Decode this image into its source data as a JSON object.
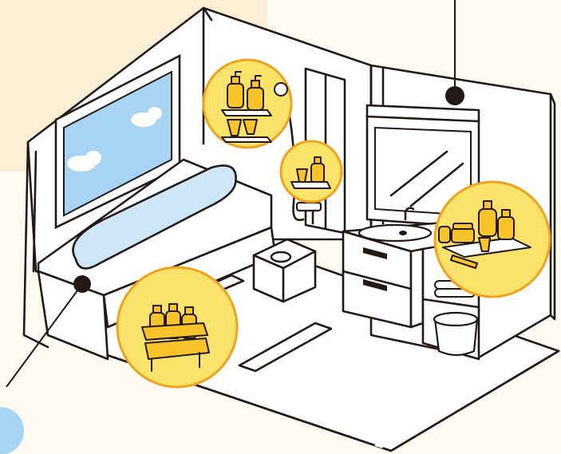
{
  "colors": {
    "background": "#FDFAF1",
    "tint_panel": "#FCEFD6",
    "highlight_fill": "#FBE26B",
    "highlight_ring": "#F0A21E",
    "bottle": "#F8C42A",
    "water": "#CDE7F9",
    "sky": "#A8D4F3",
    "line": "#231815",
    "marker": "#231815"
  },
  "illustration": {
    "subject": "bathroom",
    "highlighted_storage_spots": [
      "shower-shelf",
      "tap-caddy",
      "basket-caddy",
      "vanity-counter"
    ],
    "icons": [
      "pump-bottle-icon",
      "cup-icon",
      "jar-icon",
      "brush-icon",
      "shower-head-icon",
      "basket-icon",
      "towel-icon",
      "stool-icon",
      "bucket-icon",
      "marker-dot-icon"
    ]
  }
}
